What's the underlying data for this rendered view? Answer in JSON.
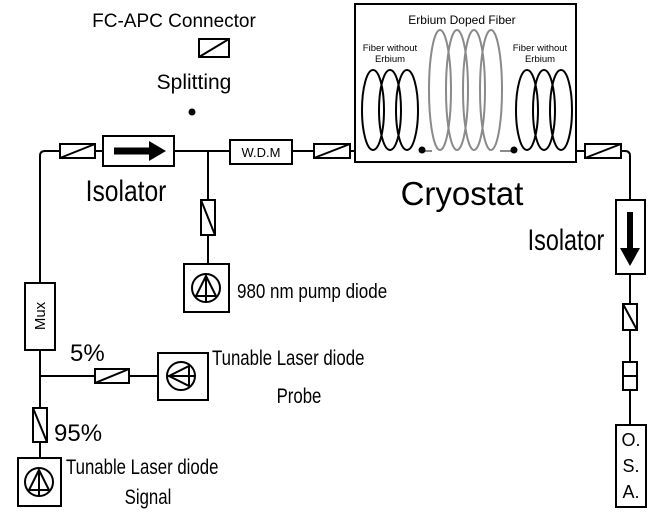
{
  "labels": {
    "fc_apc_connector": "FC-APC Connector",
    "splitting": "Splitting",
    "erbium_doped_fiber": "Erbium Doped Fiber",
    "fiber_without_erbium_left_1": "Fiber without",
    "fiber_without_erbium_left_2": "Erbium",
    "fiber_without_erbium_right_1": "Fiber without",
    "fiber_without_erbium_right_2": "Erbium",
    "cryostat": "Cryostat",
    "isolator_left": "Isolator",
    "isolator_right": "Isolator",
    "wdm": "W.D.M",
    "pump_diode": "980 nm pump diode",
    "mux": "Mux",
    "five_percent": "5%",
    "ninety_five_percent": "95%",
    "probe_laser_1": "Tunable  Laser diode",
    "probe_laser_2": "Probe",
    "signal_laser_1": "Tunable Laser diode",
    "signal_laser_2": "Signal",
    "osa_1": "O.",
    "osa_2": "S.",
    "osa_3": "A."
  },
  "colors": {
    "ink": "#000000",
    "erbium_fiber": "#8a8a8a",
    "background": "#ffffff"
  },
  "icons": [
    "connector-icon",
    "laser-diode-icon",
    "isolator-arrow-icon"
  ]
}
